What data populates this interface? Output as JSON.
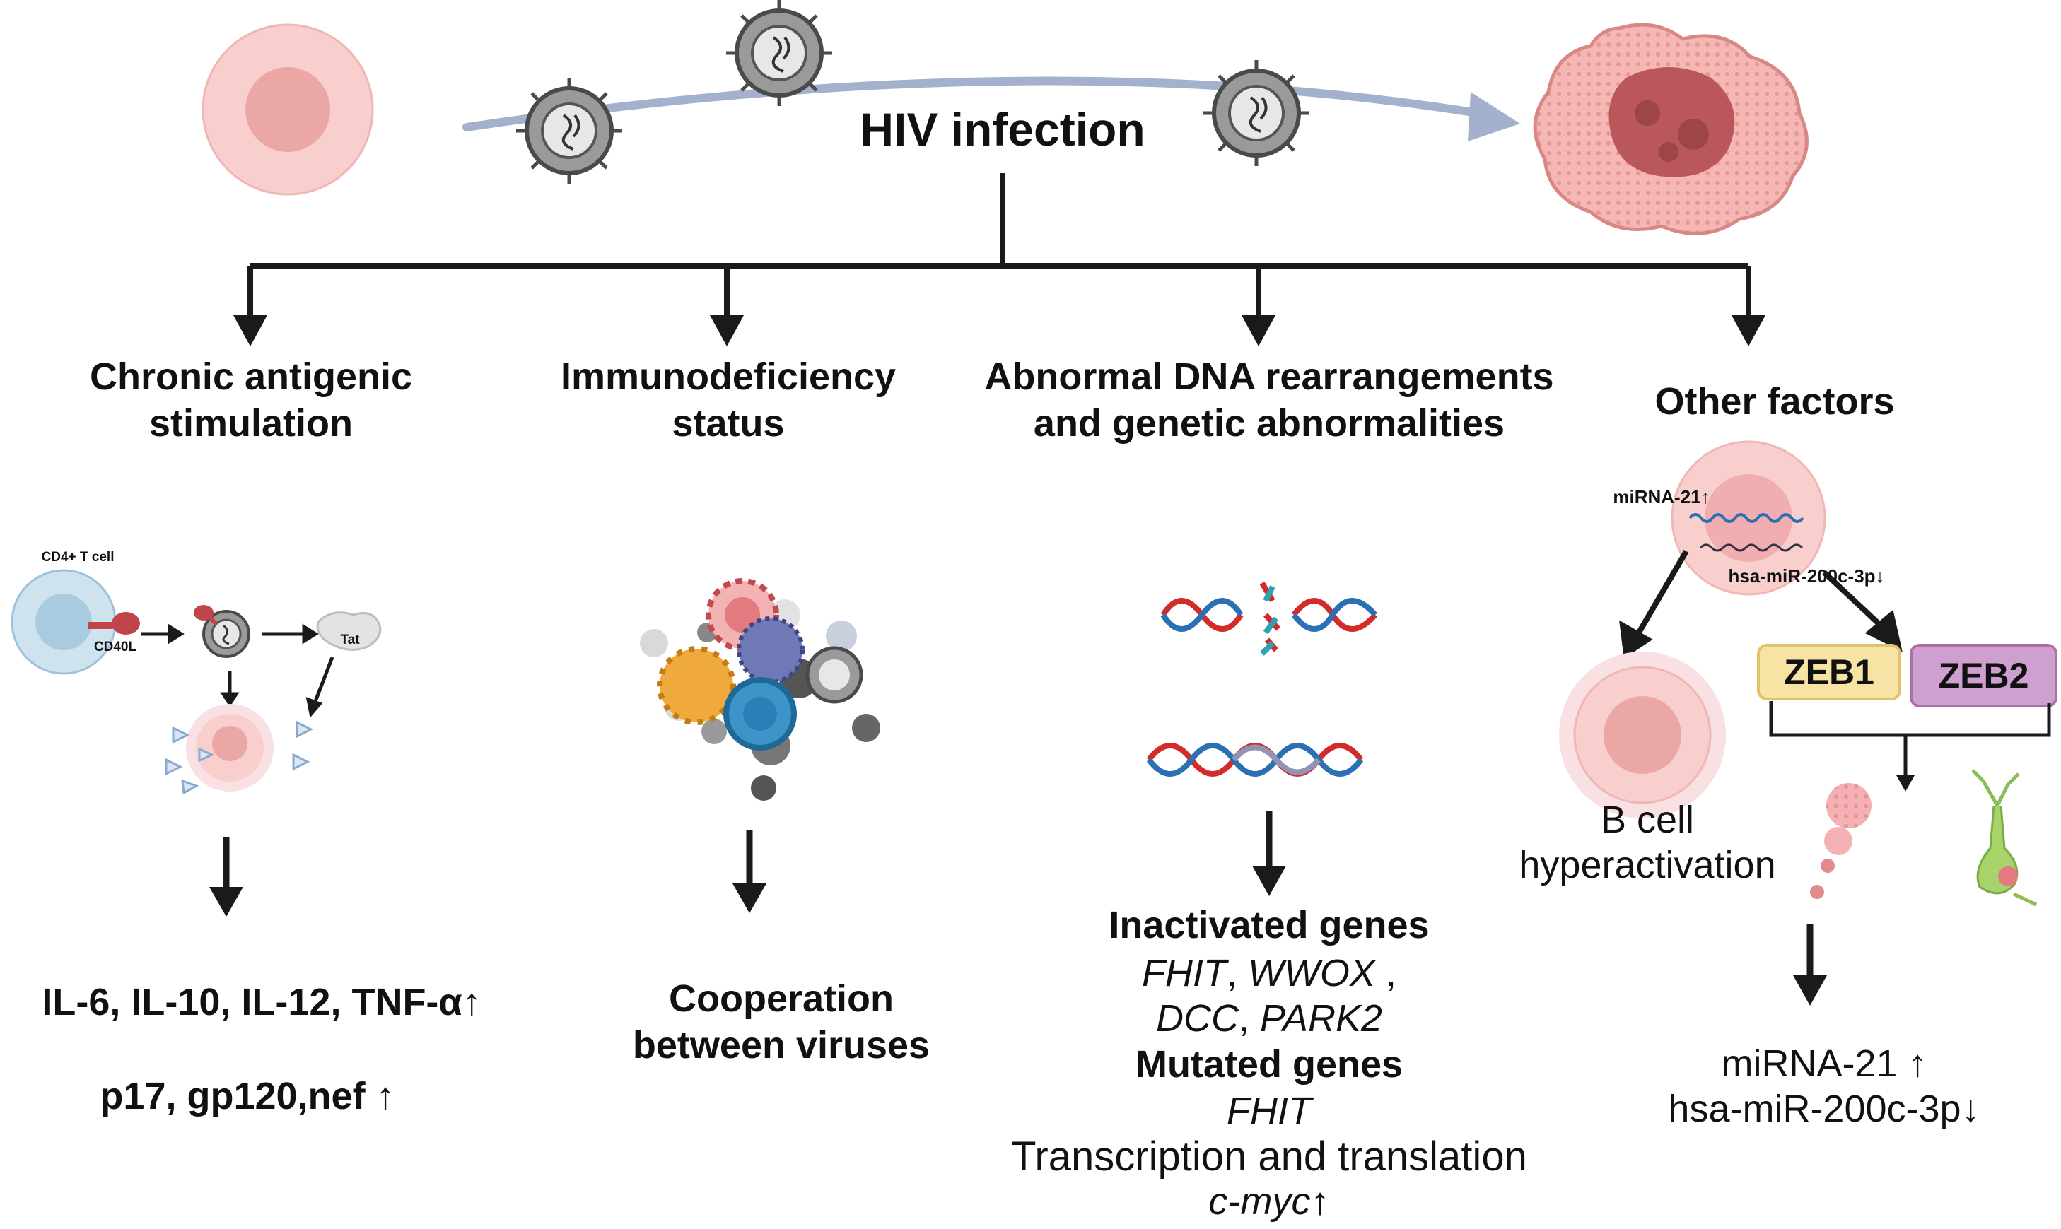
{
  "title": "HIV infection",
  "branches": {
    "chronic": {
      "heading": [
        "Chronic antigenic",
        "stimulation"
      ],
      "cd4_label": "CD4+ T cell",
      "cd40l_label": "CD40L",
      "tat_label": "Tat",
      "result1": "IL-6, IL-10, IL-12, TNF-α↑",
      "result2": "p17, gp120,nef ↑"
    },
    "immuno": {
      "heading": [
        "Immunodeficiency",
        "status"
      ],
      "result": [
        "Cooperation",
        "between viruses"
      ]
    },
    "dna": {
      "heading": [
        "Abnormal DNA rearrangements",
        "and genetic abnormalities"
      ],
      "inactivated_title": "Inactivated genes",
      "inactivated_genes": [
        "FHIT",
        "WWOX",
        "DCC",
        "PARK2"
      ],
      "mutated_title": "Mutated genes",
      "mutated_genes": [
        "FHIT"
      ],
      "transcription_title": "Transcription and translation",
      "transcription_gene": "c-myc↑"
    },
    "other": {
      "heading": "Other factors",
      "mirna_label": "miRNA-21↑",
      "hsa_label": "hsa-miR-200c-3p↓",
      "zeb1": "ZEB1",
      "zeb2": "ZEB2",
      "bcell_label": [
        "B cell",
        "hyperactivation"
      ],
      "result": [
        "miRNA-21 ↑",
        "hsa-miR-200c-3p↓"
      ]
    }
  },
  "colors": {
    "arrow": "#1a1a1a",
    "infection_arc": "#a3b1cc",
    "zeb1_fill": "#f7e3a4",
    "zeb2_fill": "#cfa0cf",
    "cell_pink": "#f7c9c6",
    "dna_red": "#d32a2a",
    "dna_blue": "#2b6fb4"
  }
}
